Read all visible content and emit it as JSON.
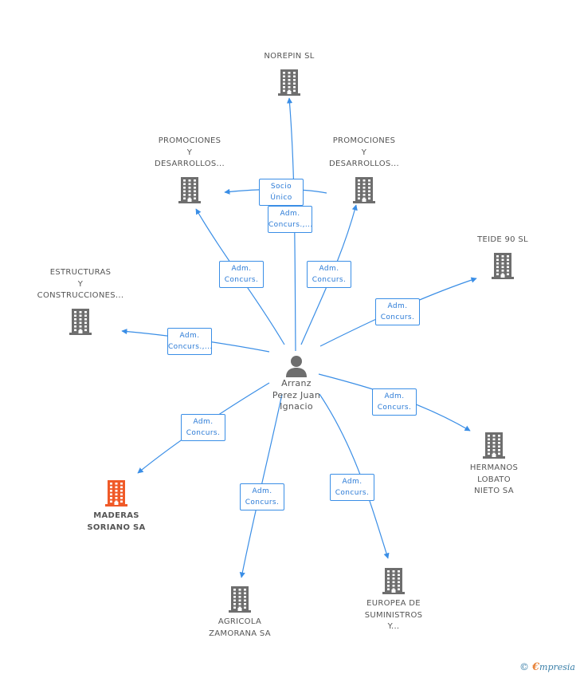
{
  "colors": {
    "edge": "#3a8ee6",
    "building": "#6e6e6e",
    "building_focus": "#f05a28",
    "text": "#555555",
    "label_text": "#2a7ad6"
  },
  "center": {
    "name_lines": [
      "Arranz",
      "Perez Juan",
      "Ignacio"
    ],
    "icon": "person-icon"
  },
  "nodes": [
    {
      "id": "norepin",
      "lines": [
        "NOREPIN SL"
      ],
      "icon": "building-icon"
    },
    {
      "id": "promociones-1",
      "lines": [
        "PROMOCIONES",
        "Y",
        "DESARROLLOS..."
      ],
      "icon": "building-icon"
    },
    {
      "id": "promociones-2",
      "lines": [
        "PROMOCIONES",
        "Y",
        "DESARROLLOS..."
      ],
      "icon": "building-icon"
    },
    {
      "id": "teide",
      "lines": [
        "TEIDE 90 SL"
      ],
      "icon": "building-icon"
    },
    {
      "id": "estructuras",
      "lines": [
        "ESTRUCTURAS",
        "Y",
        "CONSTRUCCIONES..."
      ],
      "icon": "building-icon"
    },
    {
      "id": "hermanos",
      "lines": [
        "HERMANOS",
        "LOBATO",
        "NIETO SA"
      ],
      "icon": "building-icon"
    },
    {
      "id": "maderas",
      "lines": [
        "MADERAS",
        "SORIANO SA"
      ],
      "icon": "building-icon",
      "focus": true
    },
    {
      "id": "agricola",
      "lines": [
        "AGRICOLA",
        "ZAMORANA SA"
      ],
      "icon": "building-icon"
    },
    {
      "id": "europea",
      "lines": [
        "EUROPEA DE",
        "SUMINISTROS",
        "Y..."
      ],
      "icon": "building-icon"
    }
  ],
  "edges": [
    {
      "target": "norepin",
      "lines": [
        "Adm.",
        "Concurs.,..."
      ]
    },
    {
      "target": "promociones-1",
      "lines": [
        "Adm.",
        "Concurs."
      ]
    },
    {
      "target": "promociones-1",
      "lines": [
        "Socio",
        "Único"
      ]
    },
    {
      "target": "promociones-2",
      "lines": [
        "Adm.",
        "Concurs."
      ]
    },
    {
      "target": "teide",
      "lines": [
        "Adm.",
        "Concurs."
      ]
    },
    {
      "target": "estructuras",
      "lines": [
        "Adm.",
        "Concurs.,..."
      ]
    },
    {
      "target": "hermanos",
      "lines": [
        "Adm.",
        "Concurs."
      ]
    },
    {
      "target": "maderas",
      "lines": [
        "Adm.",
        "Concurs."
      ]
    },
    {
      "target": "agricola",
      "lines": [
        "Adm.",
        "Concurs."
      ]
    },
    {
      "target": "europea",
      "lines": [
        "Adm.",
        "Concurs."
      ]
    }
  ],
  "footer": {
    "copyright": "©",
    "brand_initial": "€",
    "brand_rest": "mpresia"
  }
}
